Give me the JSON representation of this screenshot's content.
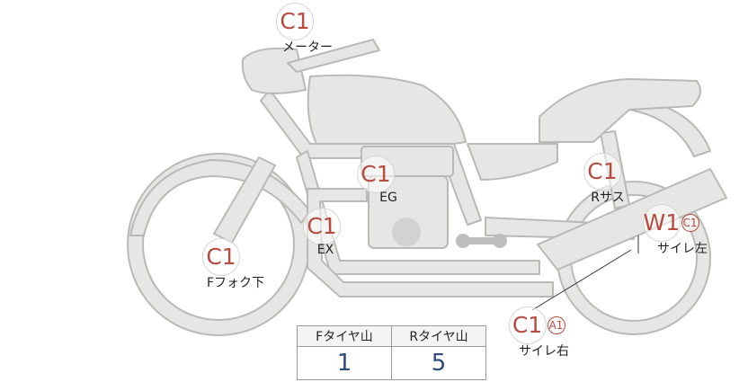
{
  "markers": [
    {
      "id": "meter",
      "codes": [
        "C1"
      ],
      "label": "メーター"
    },
    {
      "id": "engine",
      "codes": [
        "C1"
      ],
      "label": "EG"
    },
    {
      "id": "exhaust",
      "codes": [
        "C1"
      ],
      "label": "EX"
    },
    {
      "id": "front-fork",
      "codes": [
        "C1"
      ],
      "label": "Fフォク下"
    },
    {
      "id": "rear-suspension",
      "codes": [
        "C1"
      ],
      "label": "Rサス"
    },
    {
      "id": "muffler-left",
      "codes": [
        "W1",
        "C1"
      ],
      "label": "サイレ左"
    },
    {
      "id": "muffler-right",
      "codes": [
        "C1",
        "A1"
      ],
      "label": "サイレ右"
    }
  ],
  "tire_tread": {
    "front_header": "Fタイヤ山",
    "rear_header": "Rタイヤ山",
    "front_value": "1",
    "rear_value": "5"
  },
  "colors": {
    "code": "#b84b40",
    "value": "#2c4a7c",
    "bike_fill": "#e6e6e4",
    "bike_stroke": "#b9b9b6"
  }
}
